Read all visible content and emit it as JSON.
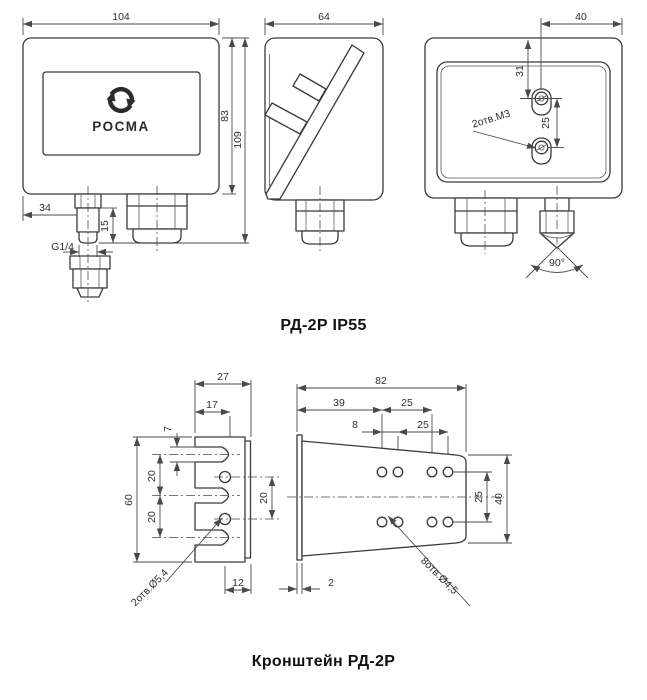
{
  "device": {
    "caption": "РД-2Р IP55",
    "logo_brand": "РОСМА",
    "front": {
      "width": "104",
      "body_height": "83",
      "total_height": "109",
      "port_offset": "34",
      "port_height": "15",
      "thread": "G1/4"
    },
    "side": {
      "depth": "64"
    },
    "back": {
      "edge_offset": "40",
      "top_offset": "31",
      "hole_pitch": "25",
      "holes_note": "2отв.М3",
      "cone_angle": "90°"
    }
  },
  "bracket": {
    "caption": "Кронштейн РД-2Р",
    "front": {
      "width": "27",
      "slot_depth": "17",
      "slot_height": "7",
      "height": "60",
      "slot_pitch_top": "20",
      "slot_pitch_bottom": "20",
      "hole_pitch": "20",
      "bottom_offset": "12",
      "holes_note": "2отв.Ø5,4"
    },
    "side": {
      "length": "82",
      "first_hole_offset": "39",
      "pair_pitch_top": "25",
      "hole_gap": "8",
      "pair_pitch_bottom": "25",
      "row_pitch": "25",
      "height": "40",
      "plate_thickness": "2",
      "holes_note": "8отв.Ø4,5"
    }
  }
}
